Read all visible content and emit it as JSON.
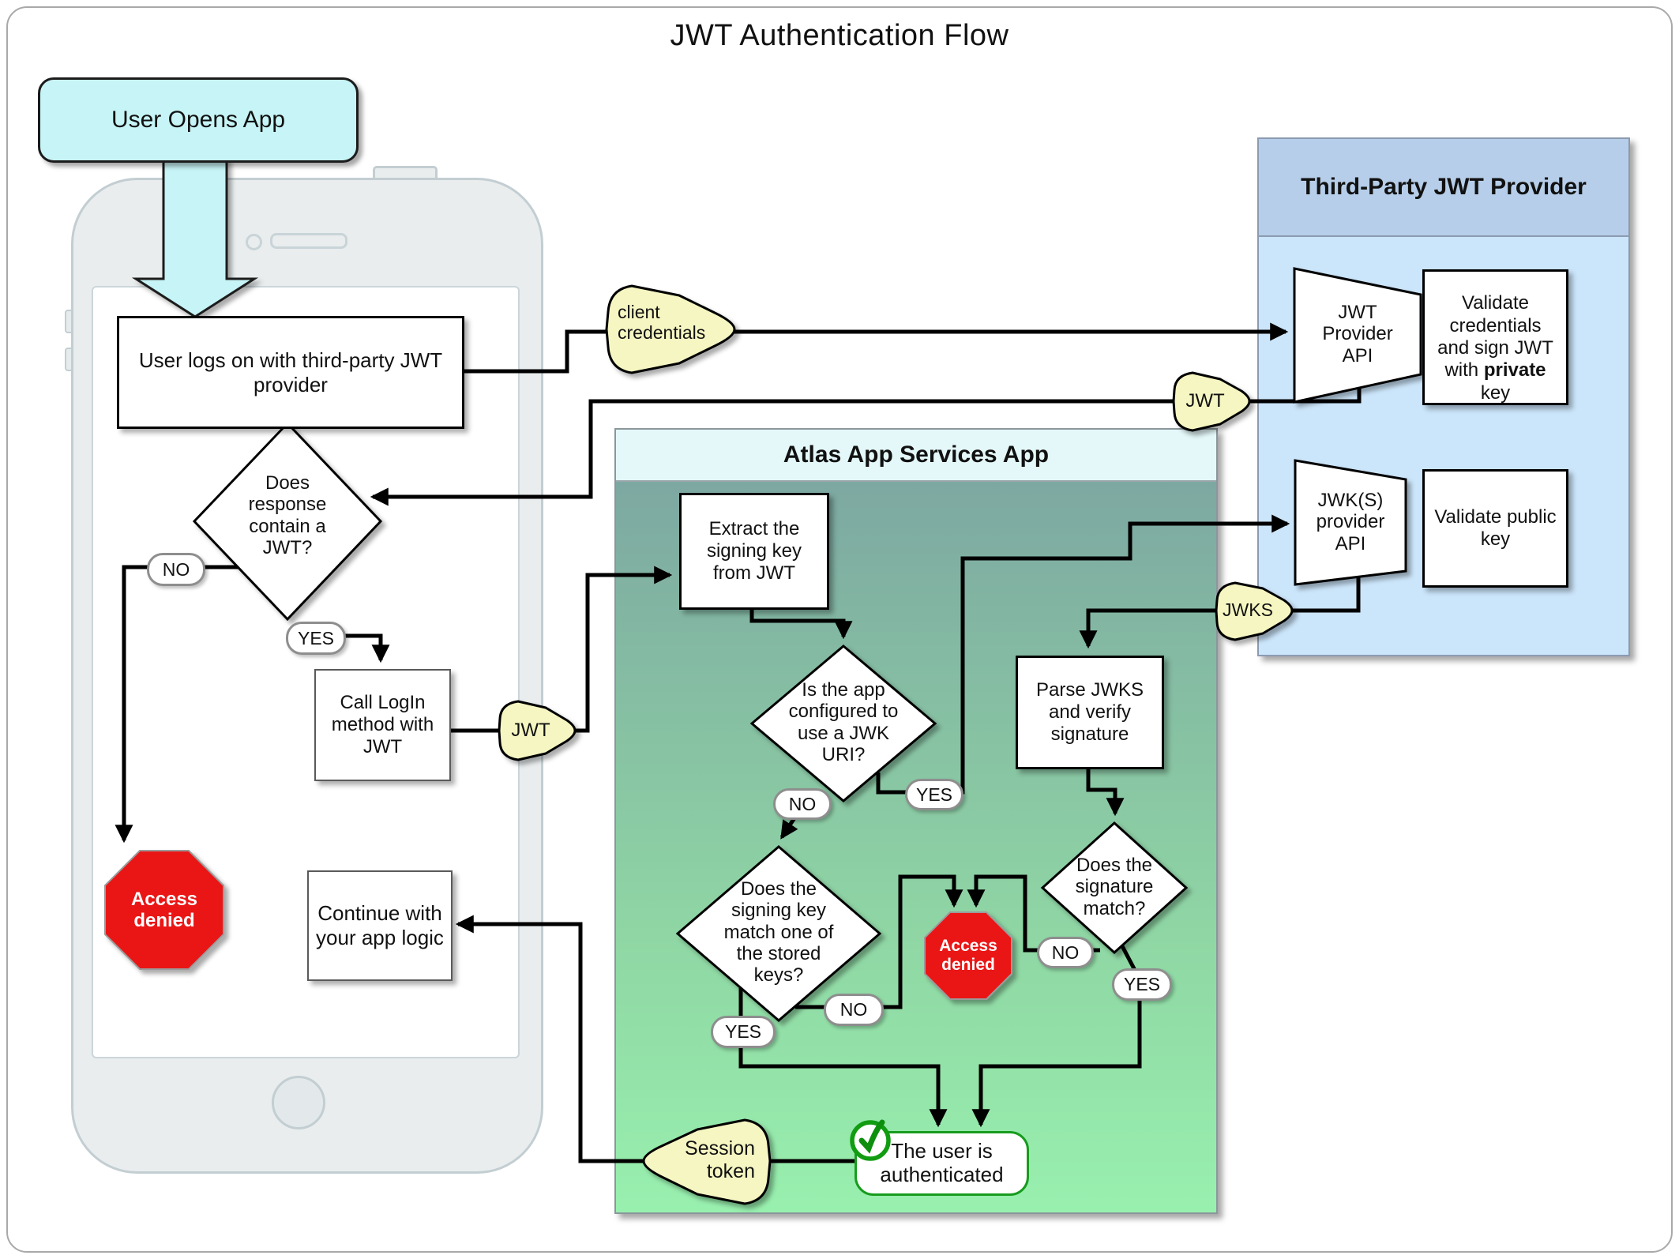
{
  "title": "JWT Authentication Flow",
  "phone": {
    "user_opens_app": "User Opens App",
    "user_logs_on": "User logs on with third-party JWT\nprovider",
    "response_diamond": "Does\nresponse\ncontain a\nJWT?",
    "call_login": "Call LogIn\nmethod with\nJWT",
    "continue_app": "Continue with\nyour app logic",
    "access_denied": "Access\ndenied"
  },
  "pills": {
    "response_no": "NO",
    "response_yes": "YES",
    "jwk_no": "NO",
    "jwk_yes": "YES",
    "signing_yes": "YES",
    "signing_no": "NO",
    "signature_no": "NO",
    "signature_yes": "YES"
  },
  "tags": {
    "client_credentials": "client\ncredentials",
    "jwt_to_provider": "JWT",
    "jwt_to_atlas": "JWT",
    "jwks": "JWKS",
    "session_token": "Session\ntoken"
  },
  "atlas": {
    "title": "Atlas App Services App",
    "extract": "Extract the\nsigning key\nfrom JWT",
    "jwk_uri_diamond": "Is the app\nconfigured to\nuse a JWK\nURI?",
    "signing_key_diamond": "Does the\nsigning key\nmatch one of\nthe stored\nkeys?",
    "parse_jwks": "Parse JWKS\nand verify\nsignature",
    "signature_diamond": "Does the\nsignature\nmatch?",
    "access_denied": "Access\ndenied",
    "authenticated": "The user is\nauthenticated"
  },
  "provider": {
    "title": "Third-Party JWT Provider",
    "jwt_provider_api": "JWT\nProvider\nAPI",
    "validate_credentials_pre": "Validate\ncredentials\nand sign JWT\nwith ",
    "validate_credentials_bold": "private",
    "validate_credentials_post": "\nkey",
    "jwks_provider_api": "JWK(S)\nprovider\nAPI",
    "validate_public_key": "Validate public\nkey"
  },
  "colors": {
    "cyan": "#c7f4f6",
    "tag_yellow": "#f6f6c2",
    "stop_red": "#ea1313",
    "atlas_header": "#e4f8f9",
    "atlas_body_top": "#7da8a2",
    "atlas_body_bottom": "#98f0ae",
    "provider_header": "#b6cee9",
    "provider_body": "#cbe5fa",
    "success_green": "#189c1e",
    "wire_black": "#000000"
  }
}
